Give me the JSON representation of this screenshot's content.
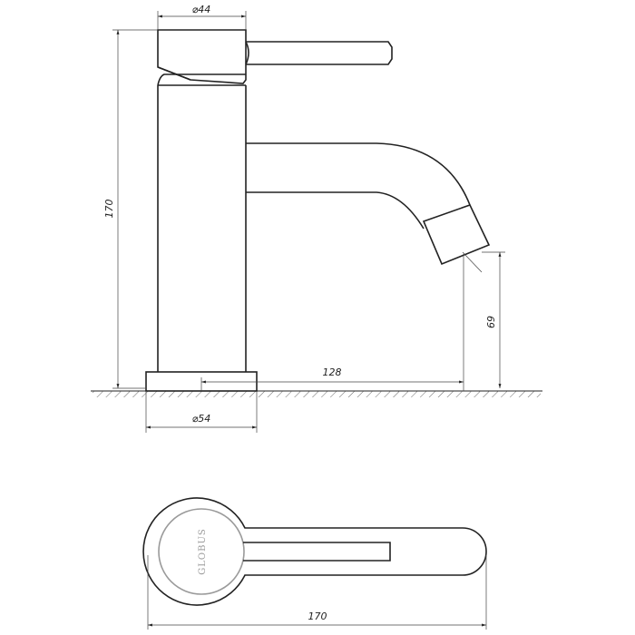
{
  "dimensions": {
    "top_diameter": "⌀44",
    "height": "170",
    "spout_height": "69",
    "reach": "128",
    "base_diameter": "⌀54",
    "length": "170"
  },
  "brand": "GLOBUS"
}
